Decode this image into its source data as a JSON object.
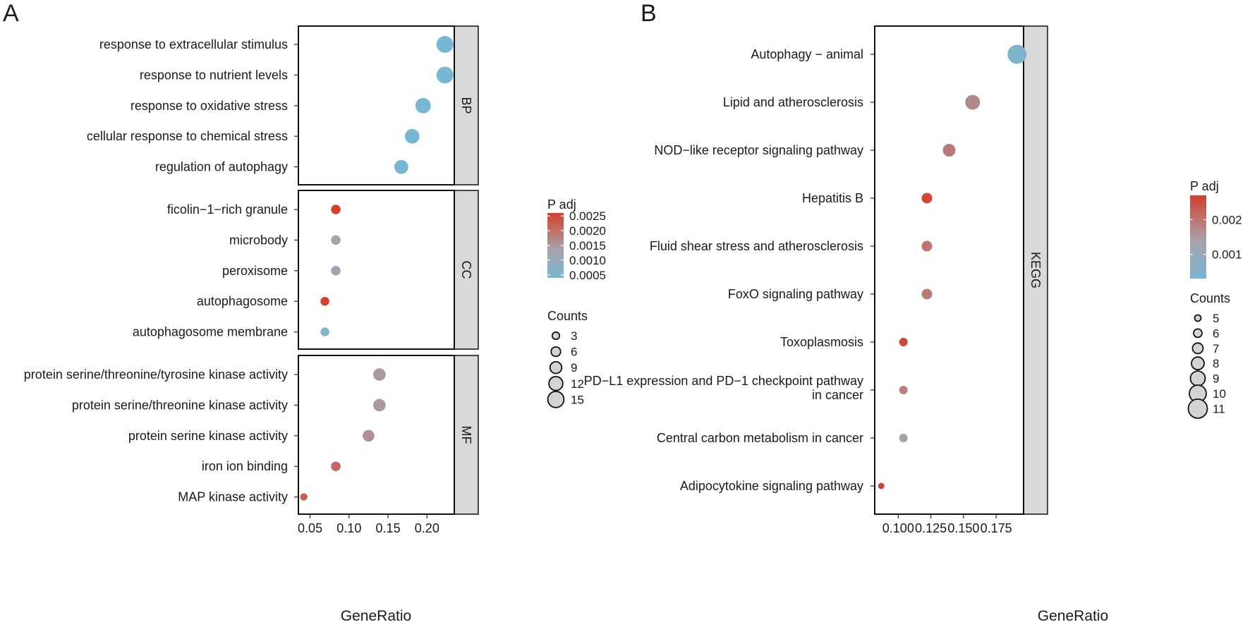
{
  "panels": [
    {
      "letter": "A",
      "xlabel": "GeneRatio",
      "x_ticks": [
        0.05,
        0.1,
        0.15,
        0.2
      ],
      "x_tick_labels": [
        "0.05",
        "0.10",
        "0.15",
        "0.20"
      ],
      "facets": [
        {
          "strip": "BP",
          "terms": [
            {
              "label": "response to extracellular stimulus",
              "gene_ratio": 0.223,
              "counts": 16,
              "p_adj": 0.0004
            },
            {
              "label": "response to nutrient levels",
              "gene_ratio": 0.223,
              "counts": 16,
              "p_adj": 0.0004
            },
            {
              "label": "response to oxidative stress",
              "gene_ratio": 0.195,
              "counts": 14,
              "p_adj": 0.0004
            },
            {
              "label": "cellular response to chemical stress",
              "gene_ratio": 0.181,
              "counts": 13,
              "p_adj": 0.0004
            },
            {
              "label": "regulation of autophagy",
              "gene_ratio": 0.167,
              "counts": 12,
              "p_adj": 0.0004
            }
          ]
        },
        {
          "strip": "CC",
          "terms": [
            {
              "label": "ficolin−1−rich granule",
              "gene_ratio": 0.083,
              "counts": 6,
              "p_adj": 0.0026
            },
            {
              "label": "microbody",
              "gene_ratio": 0.083,
              "counts": 6,
              "p_adj": 0.0012
            },
            {
              "label": "peroxisome",
              "gene_ratio": 0.083,
              "counts": 6,
              "p_adj": 0.0012
            },
            {
              "label": "autophagosome",
              "gene_ratio": 0.069,
              "counts": 5,
              "p_adj": 0.0026
            },
            {
              "label": "autophagosome membrane",
              "gene_ratio": 0.069,
              "counts": 5,
              "p_adj": 0.0006
            }
          ]
        },
        {
          "strip": "MF",
          "terms": [
            {
              "label": "protein serine/threonine/tyrosine kinase activity",
              "gene_ratio": 0.139,
              "counts": 10,
              "p_adj": 0.0015
            },
            {
              "label": "protein serine/threonine kinase activity",
              "gene_ratio": 0.139,
              "counts": 10,
              "p_adj": 0.0015
            },
            {
              "label": "protein serine kinase activity",
              "gene_ratio": 0.125,
              "counts": 9,
              "p_adj": 0.0016
            },
            {
              "label": "iron ion binding",
              "gene_ratio": 0.083,
              "counts": 6,
              "p_adj": 0.0021
            },
            {
              "label": "MAP kinase activity",
              "gene_ratio": 0.042,
              "counts": 3,
              "p_adj": 0.0022
            }
          ]
        }
      ],
      "legend": {
        "color_title": "P adj",
        "color_ticks": [
          0.0025,
          0.002,
          0.0015,
          0.001,
          0.0005
        ],
        "color_tick_labels": [
          "0.0025",
          "0.0020",
          "0.0015",
          "0.0010",
          "0.0005"
        ],
        "color_range": [
          0.0004,
          0.0026
        ],
        "size_title": "Counts",
        "size_values": [
          3,
          6,
          9,
          12,
          15
        ],
        "size_labels": [
          "3",
          "6",
          "9",
          "12",
          "15"
        ]
      }
    },
    {
      "letter": "B",
      "xlabel": "GeneRatio",
      "x_ticks": [
        0.1,
        0.125,
        0.15,
        0.175
      ],
      "x_tick_labels": [
        "0.100",
        "0.125",
        "0.150",
        "0.175"
      ],
      "facets": [
        {
          "strip": "KEGG",
          "terms": [
            {
              "label": "Autophagy − animal",
              "gene_ratio": 0.191,
              "counts": 11,
              "p_adj": 0.0005
            },
            {
              "label": "Lipid and atherosclerosis",
              "gene_ratio": 0.157,
              "counts": 9,
              "p_adj": 0.0017
            },
            {
              "label": "NOD−like receptor signaling pathway",
              "gene_ratio": 0.139,
              "counts": 8,
              "p_adj": 0.0019
            },
            {
              "label": "Hepatitis B",
              "gene_ratio": 0.122,
              "counts": 7,
              "p_adj": 0.0026
            },
            {
              "label": "Fluid shear stress and atherosclerosis",
              "gene_ratio": 0.122,
              "counts": 7,
              "p_adj": 0.002
            },
            {
              "label": "FoxO signaling pathway",
              "gene_ratio": 0.122,
              "counts": 7,
              "p_adj": 0.0019
            },
            {
              "label": "Toxoplasmosis",
              "gene_ratio": 0.104,
              "counts": 6,
              "p_adj": 0.0026
            },
            {
              "label": "PD−L1 expression and PD−1 checkpoint pathway\nin cancer",
              "gene_ratio": 0.104,
              "counts": 6,
              "p_adj": 0.0018
            },
            {
              "label": "Central carbon metabolism in cancer",
              "gene_ratio": 0.104,
              "counts": 6,
              "p_adj": 0.0013
            },
            {
              "label": "Adipocytokine signaling pathway",
              "gene_ratio": 0.087,
              "counts": 5,
              "p_adj": 0.0026
            }
          ]
        }
      ],
      "legend": {
        "color_title": "P adj",
        "color_ticks": [
          0.002,
          0.001
        ],
        "color_tick_labels": [
          "0.002",
          "0.001"
        ],
        "color_range": [
          0.0003,
          0.0027
        ],
        "size_title": "Counts",
        "size_values": [
          5,
          6,
          7,
          8,
          9,
          10,
          11
        ],
        "size_labels": [
          "5",
          "6",
          "7",
          "8",
          "9",
          "10",
          "11"
        ]
      }
    }
  ],
  "colors": {
    "low": "#78b7d3",
    "mid": "#a8a2aa",
    "high": "#d4402e",
    "strip_fill": "#d9d9d9",
    "legend_point_fill": "#d3d3d3"
  },
  "chart_data": [
    {
      "type": "scatter",
      "xlabel": "GeneRatio",
      "xlim": [
        0.035,
        0.235
      ],
      "series": [
        {
          "name": "BP",
          "categories": [
            "response to extracellular stimulus",
            "response to nutrient levels",
            "response to oxidative stress",
            "cellular response to chemical stress",
            "regulation of autophagy"
          ],
          "x": [
            0.223,
            0.223,
            0.195,
            0.181,
            0.167
          ],
          "size": [
            16,
            16,
            14,
            13,
            12
          ],
          "color_value": [
            0.0004,
            0.0004,
            0.0004,
            0.0004,
            0.0004
          ]
        },
        {
          "name": "CC",
          "categories": [
            "ficolin−1−rich granule",
            "microbody",
            "peroxisome",
            "autophagosome",
            "autophagosome membrane"
          ],
          "x": [
            0.083,
            0.083,
            0.083,
            0.069,
            0.069
          ],
          "size": [
            6,
            6,
            6,
            5,
            5
          ],
          "color_value": [
            0.0026,
            0.0012,
            0.0012,
            0.0026,
            0.0006
          ]
        },
        {
          "name": "MF",
          "categories": [
            "protein serine/threonine/tyrosine kinase activity",
            "protein serine/threonine kinase activity",
            "protein serine kinase activity",
            "iron ion binding",
            "MAP kinase activity"
          ],
          "x": [
            0.139,
            0.139,
            0.125,
            0.083,
            0.042
          ],
          "size": [
            10,
            10,
            9,
            6,
            3
          ],
          "color_value": [
            0.0015,
            0.0015,
            0.0016,
            0.0021,
            0.0022
          ]
        }
      ]
    },
    {
      "type": "scatter",
      "xlabel": "GeneRatio",
      "xlim": [
        0.082,
        0.196
      ],
      "series": [
        {
          "name": "KEGG",
          "categories": [
            "Autophagy − animal",
            "Lipid and atherosclerosis",
            "NOD−like receptor signaling pathway",
            "Hepatitis B",
            "Fluid shear stress and atherosclerosis",
            "FoxO signaling pathway",
            "Toxoplasmosis",
            "PD−L1 expression and PD−1 checkpoint pathway in cancer",
            "Central carbon metabolism in cancer",
            "Adipocytokine signaling pathway"
          ],
          "x": [
            0.191,
            0.157,
            0.139,
            0.122,
            0.122,
            0.122,
            0.104,
            0.104,
            0.104,
            0.087
          ],
          "size": [
            11,
            9,
            8,
            7,
            7,
            7,
            6,
            6,
            6,
            5
          ],
          "color_value": [
            0.0005,
            0.0017,
            0.0019,
            0.0026,
            0.002,
            0.0019,
            0.0026,
            0.0018,
            0.0013,
            0.0026
          ]
        }
      ]
    }
  ]
}
